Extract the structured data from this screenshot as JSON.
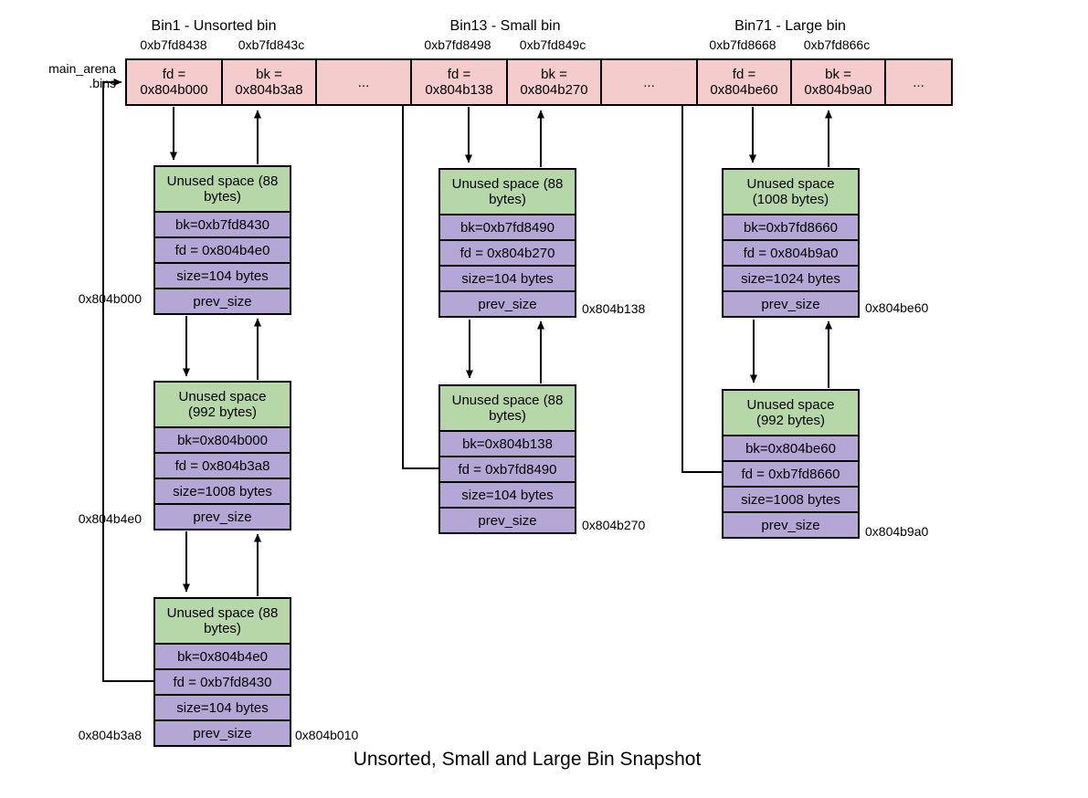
{
  "diagram_title": "Unsorted, Small and Large Bin Snapshot",
  "main_arena_label": {
    "line1": "main_arena",
    "line2": ".bins"
  },
  "colors": {
    "bin_row_fill": "#f4cccc",
    "unused_space_fill": "#b6d7a8",
    "chunk_field_fill": "#b4a7d6",
    "line": "#000000"
  },
  "bins": [
    {
      "title": "Bin1 - Unsorted bin",
      "fd_addr": "0xb7fd8438",
      "bk_addr": "0xb7fd843c",
      "fd_cell": [
        "fd =",
        "0x804b000"
      ],
      "bk_cell": [
        "bk =",
        "0x804b3a8"
      ],
      "dots": "..."
    },
    {
      "title": "Bin13 - Small bin",
      "fd_addr": "0xb7fd8498",
      "bk_addr": "0xb7fd849c",
      "fd_cell": [
        "fd =",
        "0x804b138"
      ],
      "bk_cell": [
        "bk =",
        "0x804b270"
      ],
      "dots": "..."
    },
    {
      "title": "Bin71 - Large bin",
      "fd_addr": "0xb7fd8668",
      "bk_addr": "0xb7fd866c",
      "fd_cell": [
        "fd =",
        "0x804be60"
      ],
      "bk_cell": [
        "bk =",
        "0x804b9a0"
      ],
      "dots": "..."
    }
  ],
  "chunks": [
    {
      "header": [
        "Unused space (88",
        "bytes)"
      ],
      "bk": "bk=0xb7fd8430",
      "fd": "fd = 0x804b4e0",
      "size": "size=104 bytes",
      "prev": "prev_size",
      "left_label": "0x804b000"
    },
    {
      "header": [
        "Unused space",
        "(992 bytes)"
      ],
      "bk": "bk=0x804b000",
      "fd": "fd = 0x804b3a8",
      "size": "size=1008 bytes",
      "prev": "prev_size",
      "left_label": "0x804b4e0"
    },
    {
      "header": [
        "Unused space (88",
        "bytes)"
      ],
      "bk": "bk=0x804b4e0",
      "fd": "fd = 0xb7fd8430",
      "size": "size=104 bytes",
      "prev": "prev_size",
      "left_label": "0x804b3a8",
      "right_label": "0x804b010"
    },
    {
      "header": [
        "Unused space (88",
        "bytes)"
      ],
      "bk": "bk=0xb7fd8490",
      "fd": "fd = 0x804b270",
      "size": "size=104 bytes",
      "prev": "prev_size",
      "right_label": "0x804b138"
    },
    {
      "header": [
        "Unused space (88",
        "bytes)"
      ],
      "bk": "bk=0x804b138",
      "fd": "fd = 0xb7fd8490",
      "size": "size=104 bytes",
      "prev": "prev_size",
      "right_label": "0x804b270"
    },
    {
      "header": [
        "Unused space",
        "(1008 bytes)"
      ],
      "bk": "bk=0xb7fd8660",
      "fd": "fd = 0x804b9a0",
      "size": "size=1024 bytes",
      "prev": "prev_size",
      "right_label": "0x804be60"
    },
    {
      "header": [
        "Unused space",
        "(992 bytes)"
      ],
      "bk": "bk=0x804be60",
      "fd": "fd = 0xb7fd8660",
      "size": "size=1008 bytes",
      "prev": "prev_size",
      "right_label": "0x804b9a0"
    }
  ]
}
